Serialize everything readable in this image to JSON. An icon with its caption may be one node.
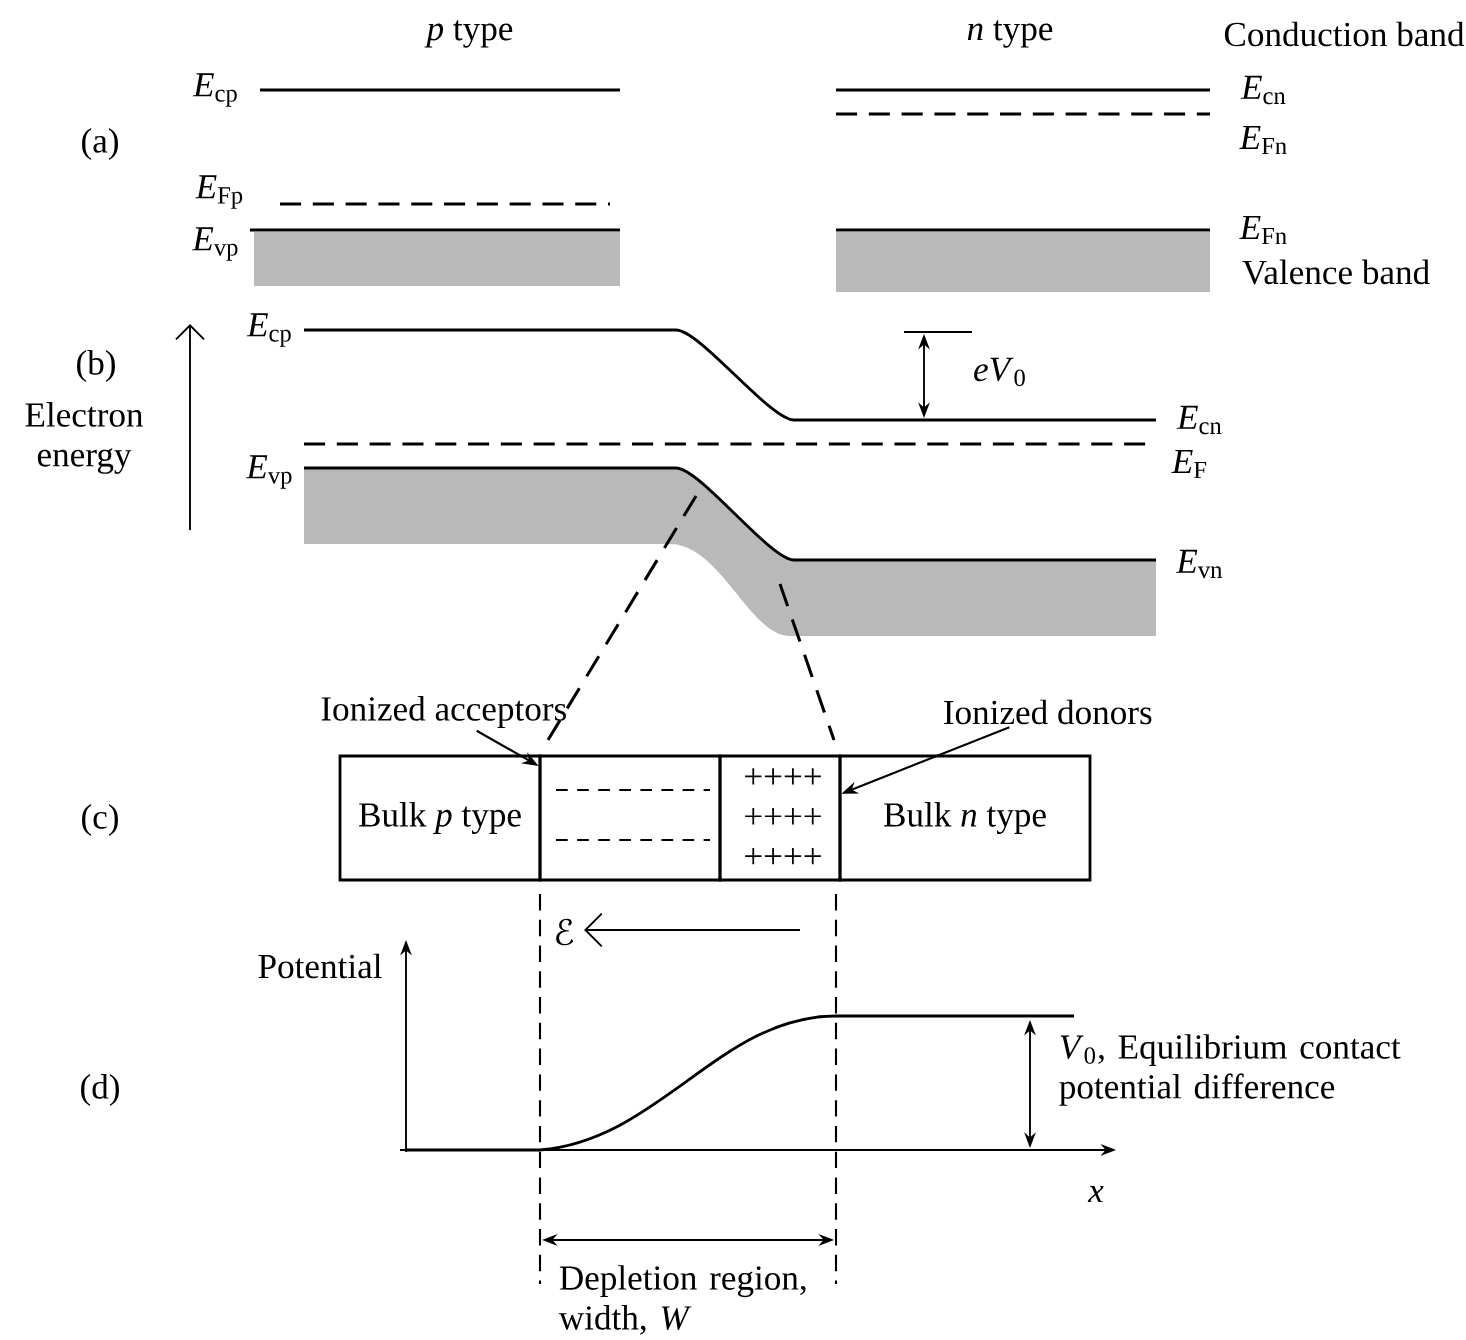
{
  "diagram": {
    "nodes": [
      {
        "text": [
          "Bulk *p* type"
        ]
      },
      {
        "text": [],
        "shape": "box"
      },
      {
        "text": [
          "++++ ++++ ++++"
        ]
      },
      {
        "text": [
          "Bulk *n* type"
        ]
      },
      {
        "text": [
          "Ionized acceptors"
        ]
      },
      {
        "text": [
          "Ionized donors"
        ]
      }
    ],
    "edges": [
      {
        "from": 4,
        "to": 1,
        "arrow": "to"
      },
      {
        "from": 5,
        "to": 2,
        "arrow": "to"
      }
    ],
    "labels": [
      "*p* type",
      "*n* type",
      "Conduction band",
      "*E*$_{cp}$",
      "*E*$_{cn}$",
      "(a)",
      "*E*$_{Fn}$",
      "*E*$_{Fp}$",
      "*E*$_{vp}$",
      "*E*$_{Fn}$",
      "Valence band",
      "*E*$_{cp}$",
      "(b)",
      "*eV*$_{0}$",
      "Electron energy",
      "*E*$_{cn}$",
      "*E*$_{vp}$",
      "*E*$_{F}$",
      "*E*$_{vn}$",
      "(c)",
      "ℰ",
      "Potential",
      "(d)",
      "*V*$_{0}$, Equilibrium contact potential difference",
      "*x*",
      "Depletion region, width, *W*"
    ]
  }
}
